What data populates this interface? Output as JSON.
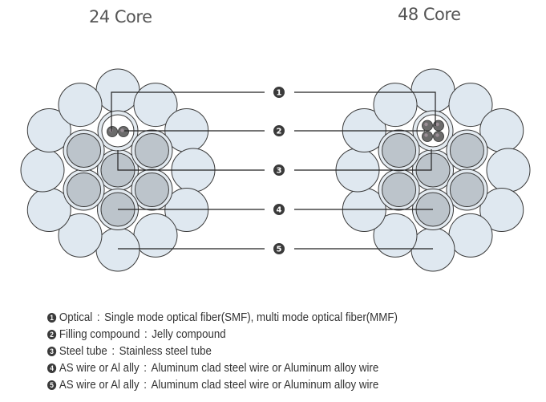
{
  "titles": {
    "left": "24 Core",
    "right": "48 Core"
  },
  "callouts": [
    "1",
    "2",
    "3",
    "4",
    "5"
  ],
  "legend": [
    {
      "num": "1",
      "part": "Optical",
      "desc": "Single mode optical fiber(SMF), multi mode optical fiber(MMF)"
    },
    {
      "num": "2",
      "part": "Filling compound",
      "desc": "Jelly compound"
    },
    {
      "num": "3",
      "part": "Steel tube",
      "desc": "Stainless steel tube"
    },
    {
      "num": "4",
      "part": "AS wire or Al ally",
      "desc": "Aluminum clad steel wire or Aluminum alloy wire"
    },
    {
      "num": "5",
      "part": "AS wire or Al ally",
      "desc": "Aluminum clad steel wire or Aluminum alloy wire"
    }
  ],
  "separator": ":",
  "colors": {
    "outer_wire": "#dfe8f0",
    "inner_wire_core": "#bcc4cb",
    "inner_wire_clad": "#e3eaf0",
    "outline": "#3a3a3a",
    "callout_badge": "#3a3a3a",
    "fiber": "#6b6b6b"
  },
  "cables": [
    {
      "name": "24-core",
      "fiber_units": 2
    },
    {
      "name": "48-core",
      "fiber_units": 4
    }
  ]
}
